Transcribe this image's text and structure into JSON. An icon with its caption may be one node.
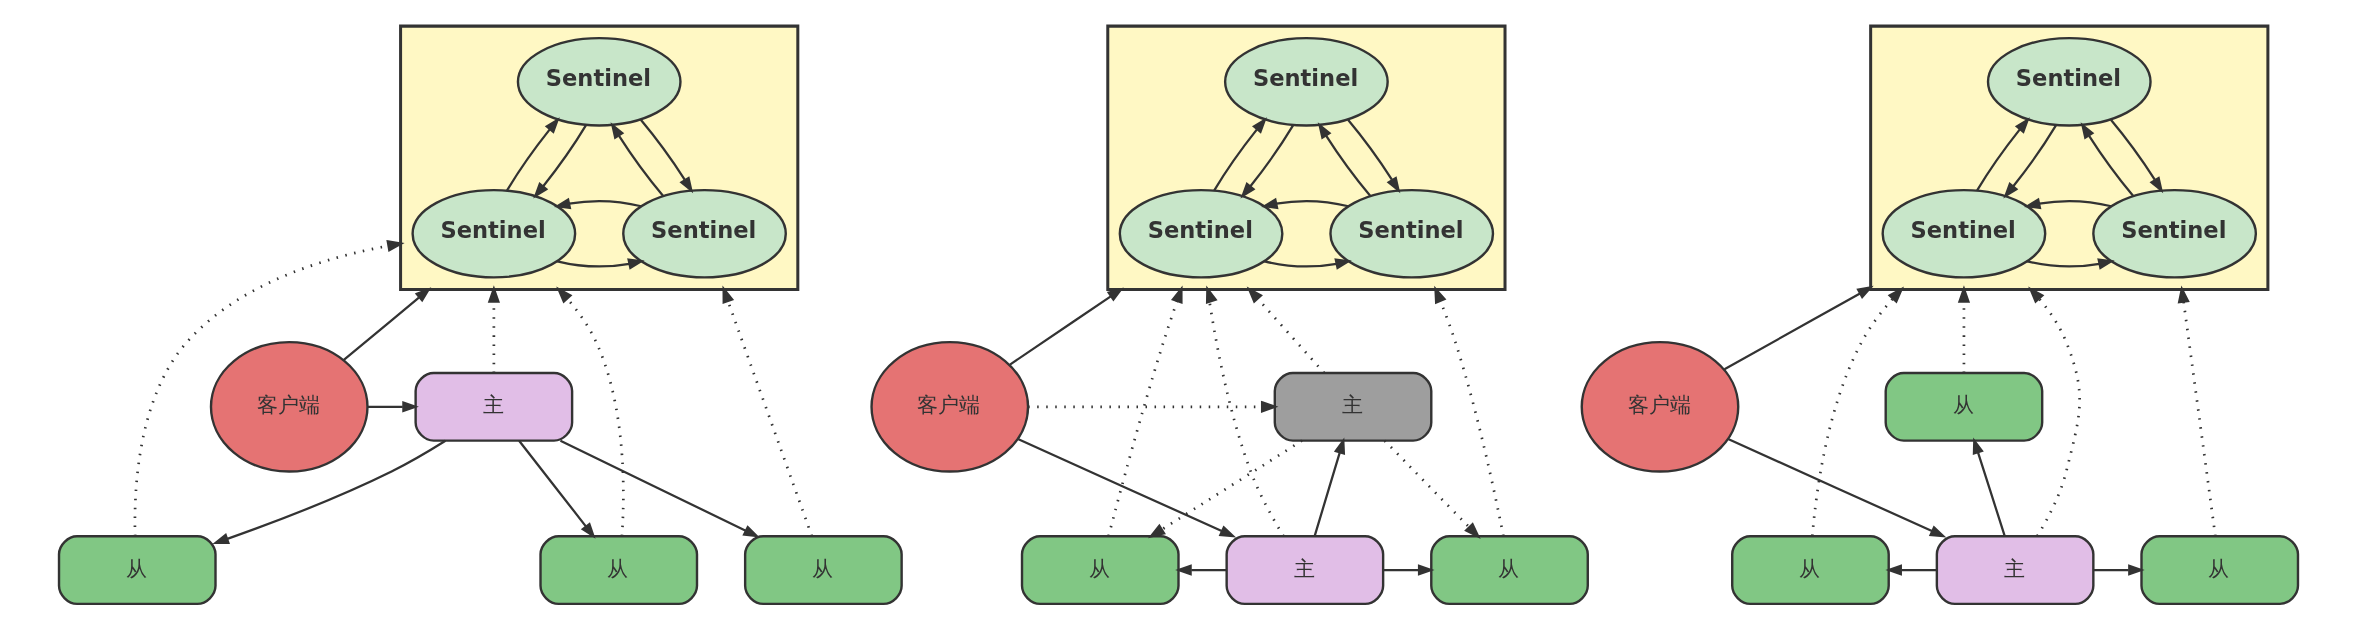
{
  "diagram": {
    "nodes": [
      {
        "text": [],
        "shape": "box"
      },
      {
        "text": [
          "Sentinel"
        ],
        "in": 0
      },
      {
        "text": [
          "Sentinel"
        ],
        "in": 0
      },
      {
        "text": [
          "Sentinel"
        ],
        "in": 0
      },
      {
        "text": [
          "客户端"
        ]
      },
      {
        "text": [
          "主"
        ]
      },
      {
        "text": [
          "从"
        ]
      },
      {
        "text": [
          "从"
        ]
      },
      {
        "text": [
          "从"
        ]
      },
      {
        "text": [],
        "shape": "box"
      },
      {
        "text": [
          "Sentinel"
        ],
        "in": 9
      },
      {
        "text": [
          "Sentinel"
        ],
        "in": 9
      },
      {
        "text": [
          "Sentinel"
        ],
        "in": 9
      },
      {
        "text": [
          "客户端"
        ]
      },
      {
        "text": [
          "主"
        ]
      },
      {
        "text": [
          "从"
        ]
      },
      {
        "text": [
          "主"
        ]
      },
      {
        "text": [
          "从"
        ]
      },
      {
        "text": [],
        "shape": "box"
      },
      {
        "text": [
          "Sentinel"
        ],
        "in": 18
      },
      {
        "text": [
          "Sentinel"
        ],
        "in": 18
      },
      {
        "text": [
          "Sentinel"
        ],
        "in": 18
      },
      {
        "text": [
          "客户端"
        ]
      },
      {
        "text": [
          "从"
        ]
      },
      {
        "text": [
          "从"
        ]
      },
      {
        "text": [
          "主"
        ]
      },
      {
        "text": [
          "从"
        ]
      }
    ],
    "edges": [
      {
        "from": 2,
        "to": 1,
        "arrow": "to"
      },
      {
        "from": 1,
        "to": 2,
        "arrow": "to"
      },
      {
        "from": 1,
        "to": 3,
        "arrow": "to"
      },
      {
        "from": 3,
        "to": 1,
        "arrow": "to"
      },
      {
        "from": 3,
        "to": 2,
        "arrow": "to"
      },
      {
        "from": 2,
        "to": 3,
        "arrow": "to"
      },
      {
        "from": 4,
        "to": 0,
        "arrow": "to"
      },
      {
        "from": 4,
        "to": 5,
        "arrow": "to"
      },
      {
        "from": 5,
        "to": 6,
        "arrow": "to"
      },
      {
        "from": 5,
        "to": 7,
        "arrow": "to"
      },
      {
        "from": 5,
        "to": 8,
        "arrow": "to"
      },
      {
        "from": 6,
        "to": 0,
        "arrow": "to",
        "style": "dashed"
      },
      {
        "from": 5,
        "to": 0,
        "arrow": "to",
        "style": "dashed"
      },
      {
        "from": 7,
        "to": 0,
        "arrow": "to",
        "style": "dashed"
      },
      {
        "from": 8,
        "to": 0,
        "arrow": "to",
        "style": "dashed"
      },
      {
        "from": 11,
        "to": 10,
        "arrow": "to"
      },
      {
        "from": 10,
        "to": 11,
        "arrow": "to"
      },
      {
        "from": 10,
        "to": 12,
        "arrow": "to"
      },
      {
        "from": 12,
        "to": 10,
        "arrow": "to"
      },
      {
        "from": 12,
        "to": 11,
        "arrow": "to"
      },
      {
        "from": 11,
        "to": 12,
        "arrow": "to"
      },
      {
        "from": 13,
        "to": 9,
        "arrow": "to"
      },
      {
        "from": 13,
        "to": 14,
        "arrow": "to",
        "style": "dashed"
      },
      {
        "from": 13,
        "to": 16,
        "arrow": "to"
      },
      {
        "from": 16,
        "to": 14,
        "arrow": "to"
      },
      {
        "from": 14,
        "to": 15,
        "arrow": "to",
        "style": "dashed"
      },
      {
        "from": 14,
        "to": 17,
        "arrow": "to",
        "style": "dashed"
      },
      {
        "from": 16,
        "to": 15,
        "arrow": "to"
      },
      {
        "from": 16,
        "to": 17,
        "arrow": "to"
      },
      {
        "from": 15,
        "to": 9,
        "arrow": "to",
        "style": "dashed"
      },
      {
        "from": 14,
        "to": 9,
        "arrow": "to",
        "style": "dashed"
      },
      {
        "from": 16,
        "to": 9,
        "arrow": "to",
        "style": "dashed"
      },
      {
        "from": 17,
        "to": 9,
        "arrow": "to",
        "style": "dashed"
      },
      {
        "from": 20,
        "to": 19,
        "arrow": "to"
      },
      {
        "from": 19,
        "to": 20,
        "arrow": "to"
      },
      {
        "from": 19,
        "to": 21,
        "arrow": "to"
      },
      {
        "from": 21,
        "to": 19,
        "arrow": "to"
      },
      {
        "from": 21,
        "to": 20,
        "arrow": "to"
      },
      {
        "from": 20,
        "to": 21,
        "arrow": "to"
      },
      {
        "from": 22,
        "to": 18,
        "arrow": "to"
      },
      {
        "from": 22,
        "to": 25,
        "arrow": "to"
      },
      {
        "from": 25,
        "to": 23,
        "arrow": "to"
      },
      {
        "from": 25,
        "to": 24,
        "arrow": "to"
      },
      {
        "from": 25,
        "to": 26,
        "arrow": "to"
      },
      {
        "from": 24,
        "to": 18,
        "arrow": "to",
        "style": "dashed"
      },
      {
        "from": 23,
        "to": 18,
        "arrow": "to",
        "style": "dashed"
      },
      {
        "from": 25,
        "to": 18,
        "arrow": "to",
        "style": "dashed"
      },
      {
        "from": 26,
        "to": 18,
        "arrow": "to",
        "style": "dashed"
      }
    ]
  }
}
